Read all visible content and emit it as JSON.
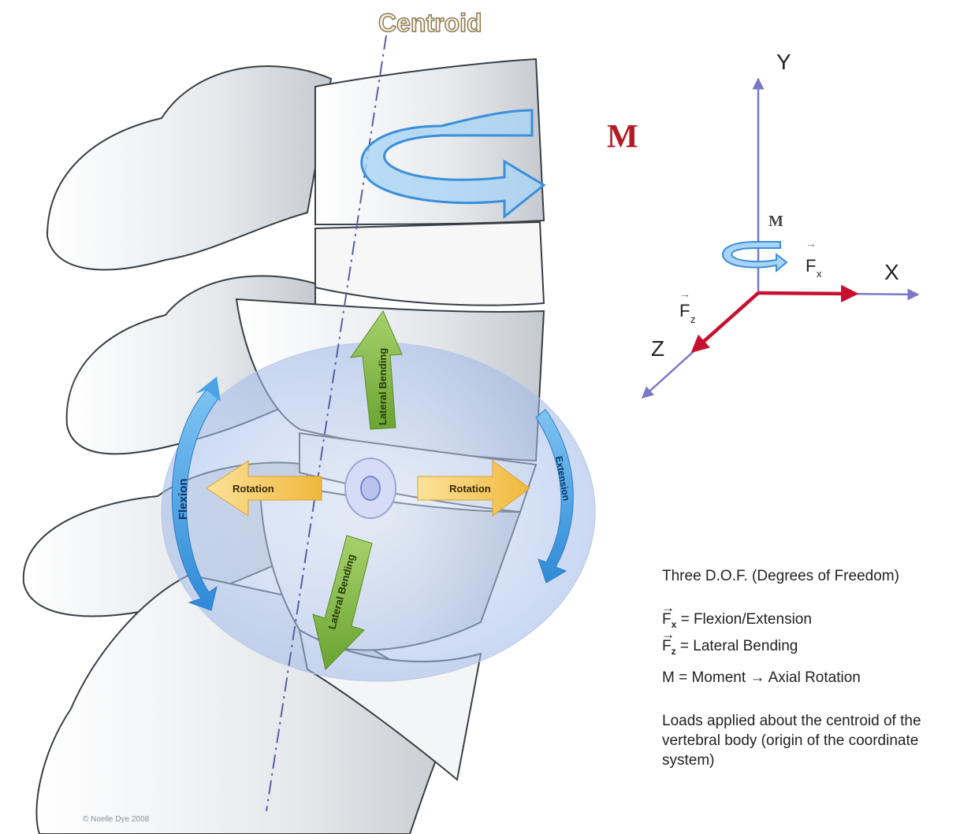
{
  "diagram": {
    "centroid_label": "Centroid",
    "moment_large": "M",
    "copyright": "© Noelle Dye 2008",
    "arrows": {
      "lateral_bending_top": "Lateral Bending",
      "lateral_bending_bottom": "Lateral Bending",
      "rotation_left": "Rotation",
      "rotation_right": "Rotation",
      "flexion": "Flexion",
      "extension": "Extension"
    },
    "axes": {
      "y_label": "Y",
      "x_label": "X",
      "z_label": "Z",
      "moment_label": "M",
      "fx_label": "F",
      "fx_sub": "x",
      "fz_label": "F",
      "fz_sub": "z"
    }
  },
  "legend": {
    "title": "Three D.O.F. (Degrees of Freedom)",
    "fx_symbol": "F",
    "fx_sub": "x",
    "fx_text": " = Flexion/Extension",
    "fz_symbol": "F",
    "fz_sub": "z",
    "fz_text": " = Lateral Bending",
    "moment_text": "M = Moment  → Axial Rotation",
    "note": "Loads applied about the centroid of the vertebral body (origin of the coordinate system)"
  },
  "colors": {
    "bone_fill": "#e9ecef",
    "bone_shadow": "#b7bdc4",
    "axis_purple": "#7b78c6",
    "force_red": "#c8102e",
    "moment_blue": "#3b8fd9",
    "arrow_green": "#7eb344",
    "arrow_yellow": "#f3c65c",
    "arrow_blue": "#4aa3e6",
    "sphere_blue": "#c6d6f2"
  }
}
